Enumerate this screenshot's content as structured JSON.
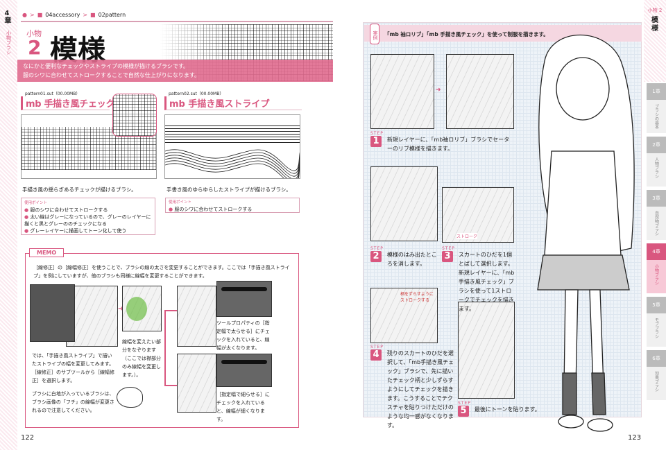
{
  "left_page": {
    "chapter": "4章",
    "chapter_label": "小物ブラシ",
    "breadcrumb": [
      "04accessory",
      "02pattern"
    ],
    "section_category": "小物",
    "section_number": "2",
    "title": "模様",
    "intro": [
      "なにかと便利なチェックやストライプの模様が描けるブラシです。",
      "服のシワに合わせてストロークすることで自然な仕上がりになります。"
    ],
    "brushes": [
      {
        "file": "pattern01.sut（00.00MB）",
        "name": "mb 手描き風チェック",
        "desc": "手描き風の揺らぎあるチェックが描けるブラシ。",
        "usage_title": "使用ポイント",
        "points": [
          "服のシワに合わせてストロークする",
          "太い線はグレーになっているので、グレーのレイヤーに描くと黒とグレーののチェックになる",
          "グレーレイヤーに描画してトーン化して使う"
        ]
      },
      {
        "file": "pattern02.sut（00.00MB）",
        "name": "mb 手描き風ストライプ",
        "desc": "手書き風のゆらゆらしたストライプが描けるブラシ。",
        "usage_title": "使用ポイント",
        "points": [
          "服のシワに合わせてストロークする"
        ]
      }
    ],
    "memo": {
      "label": "MEMO",
      "text": "［線修正］の［線幅修正］を使うことで、ブラシの線の太さを変更することができます。ここでは「手描き風ストライプ」を例にしていますが、他のブラシも同様に線幅を変更することができます。",
      "cap1": "では、「手描き風ストライプ」で描いたストライプの幅を変更してみます。［線修正］のサブツールから［線幅修正］を選択します。",
      "cap2": "線幅を変えたい部分をなぞります（ここでは襟部分のみ線幅を変更します。）。",
      "cap3": "ツールプロパティの［指定幅で太らせる］にチェックを入れていると、線幅が太くなります。",
      "cap4": "［指定幅で細らせる］にチェックを入れていると、線幅が細くなります。",
      "cap5": "ブラシに白地が入っているブラシは、ブラシ画像の「フチ」の線幅が変更されるので注意してください。"
    },
    "page_number": "122"
  },
  "right_page": {
    "example_badge": "実例",
    "example_title": "「mb 袖ロリブ」「mb 手描き風チェック」を使って制服を描きます。",
    "step_label": "STEP",
    "steps": [
      {
        "n": "1",
        "text": "新規レイヤーに、「mb袖ロリブ」ブラシでセーターのリブ模様を描きます。"
      },
      {
        "n": "2",
        "text": "模様のはみ出たところを消します。"
      },
      {
        "n": "3",
        "text": "スカートのひだを1個とばして選択します。新規レイヤーに、「mb手描き風チェック」ブラシを使って1ストロークでチェックを描きます。"
      },
      {
        "n": "4",
        "text": "残りのスカートのひだを選択して、「mb手描き風チェック」ブラシで、先に描いたチェック柄と少しずらすようにしてチェックを描きます。こうすることでテクスチャを貼りつけただけのような均一感がなくなります。"
      },
      {
        "n": "5",
        "text": "最後にトーンを貼ります。"
      }
    ],
    "annotation_stroke": "ストローク",
    "annotation_shift": "柄をずらすようにストロークする",
    "page_number": "123",
    "side_header": {
      "category": "小物",
      "number": "2",
      "title": "模様"
    },
    "side_tabs": [
      {
        "chapter": "1章",
        "label": "ブラシの基本"
      },
      {
        "chapter": "2章",
        "label": "人物ブラシ"
      },
      {
        "chapter": "3章",
        "label": "自然物ブラシ"
      },
      {
        "chapter": "4章",
        "label": "小物ブラシ",
        "active": true
      },
      {
        "chapter": "5章",
        "label": "モブブラシ"
      },
      {
        "chapter": "6章",
        "label": "効果ブラシ"
      }
    ]
  },
  "colors": {
    "accent": "#d9567f",
    "band": "#e06a8e",
    "grid_bg": "#eef3f8"
  }
}
